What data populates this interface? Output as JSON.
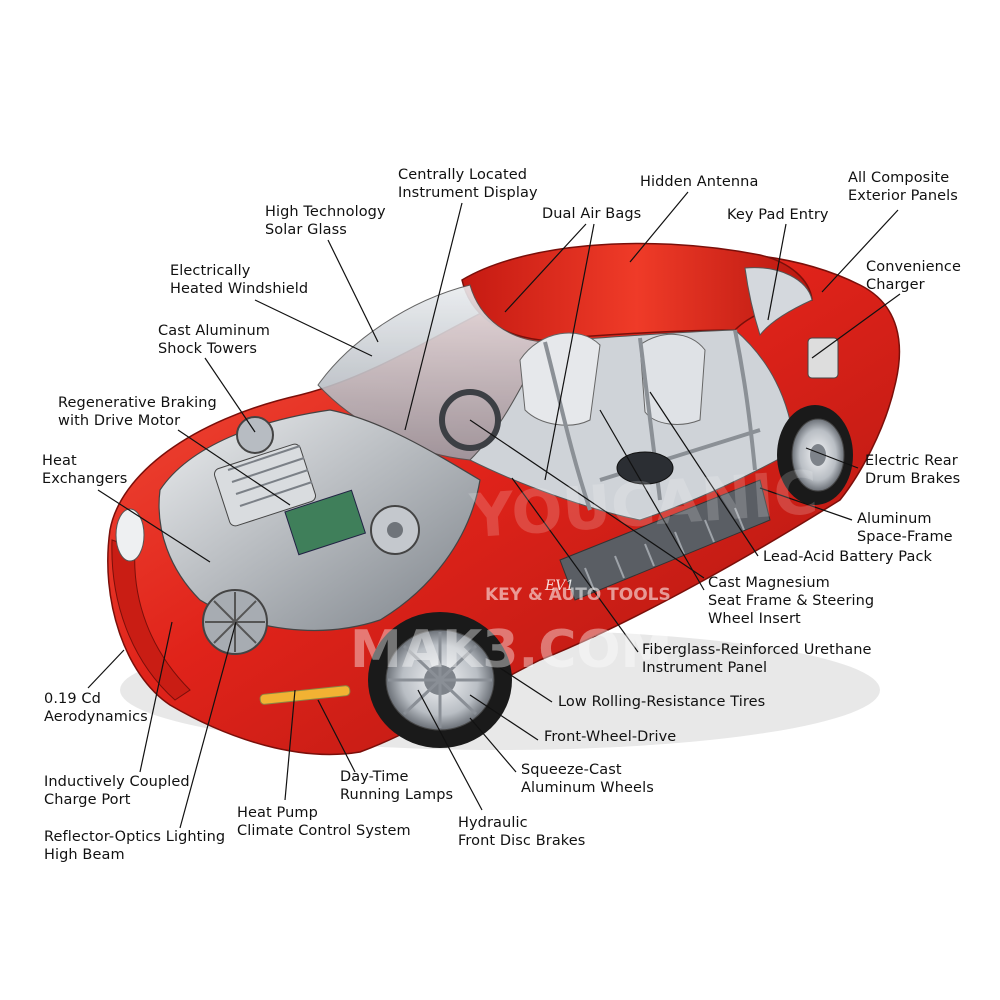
{
  "colors": {
    "body_red": "#e0231a",
    "body_dark": "#a8150f",
    "body_light": "#f4553f",
    "chrome": "#c9ccd0",
    "steel_dark": "#55595f",
    "tire": "#1a1a1a",
    "leader": "#111111",
    "text": "#111111"
  },
  "watermark": {
    "brand": "YOUCANIC",
    "domain": "MAK3.COM",
    "tagline": "KEY & AUTO TOOLS"
  },
  "car": {
    "badge": "EV1"
  },
  "callouts": {
    "instrument_display": [
      "Centrally Located",
      "Instrument Display"
    ],
    "hidden_antenna": [
      "Hidden Antenna"
    ],
    "composite_panels": [
      "All Composite",
      "Exterior Panels"
    ],
    "solar_glass": [
      "High Technology",
      "Solar Glass"
    ],
    "dual_air_bags": [
      "Dual Air Bags"
    ],
    "key_pad_entry": [
      "Key Pad Entry"
    ],
    "heated_windshield": [
      "Electrically",
      "Heated Windshield"
    ],
    "convenience_charger": [
      "Convenience",
      "Charger"
    ],
    "shock_towers": [
      "Cast Aluminum",
      "Shock Towers"
    ],
    "regen_braking": [
      "Regenerative Braking",
      "with Drive Motor"
    ],
    "heat_exchangers": [
      "Heat",
      "Exchangers"
    ],
    "rear_drum_brakes": [
      "Electric Rear",
      "Drum Brakes"
    ],
    "space_frame": [
      "Aluminum",
      "Space-Frame"
    ],
    "battery_pack": [
      "Lead-Acid Battery Pack"
    ],
    "magnesium_seat": [
      "Cast Magnesium",
      "Seat Frame & Steering",
      "Wheel Insert"
    ],
    "urethane_panel": [
      "Fiberglass-Reinforced Urethane",
      "Instrument Panel"
    ],
    "low_rolling_tires": [
      "Low Rolling-Resistance Tires"
    ],
    "front_wheel_drive": [
      "Front-Wheel-Drive"
    ],
    "aerodynamics": [
      "0.19 Cd",
      "Aerodynamics"
    ],
    "squeeze_cast_wheels": [
      "Squeeze-Cast",
      "Aluminum Wheels"
    ],
    "charge_port": [
      "Inductively Coupled",
      "Charge Port"
    ],
    "running_lamps": [
      "Day-Time",
      "Running Lamps"
    ],
    "heat_pump": [
      "Heat Pump",
      "Climate Control System"
    ],
    "high_beam": [
      "Reflector-Optics Lighting",
      "High Beam"
    ],
    "front_disc_brakes": [
      "Hydraulic",
      "Front Disc Brakes"
    ]
  }
}
